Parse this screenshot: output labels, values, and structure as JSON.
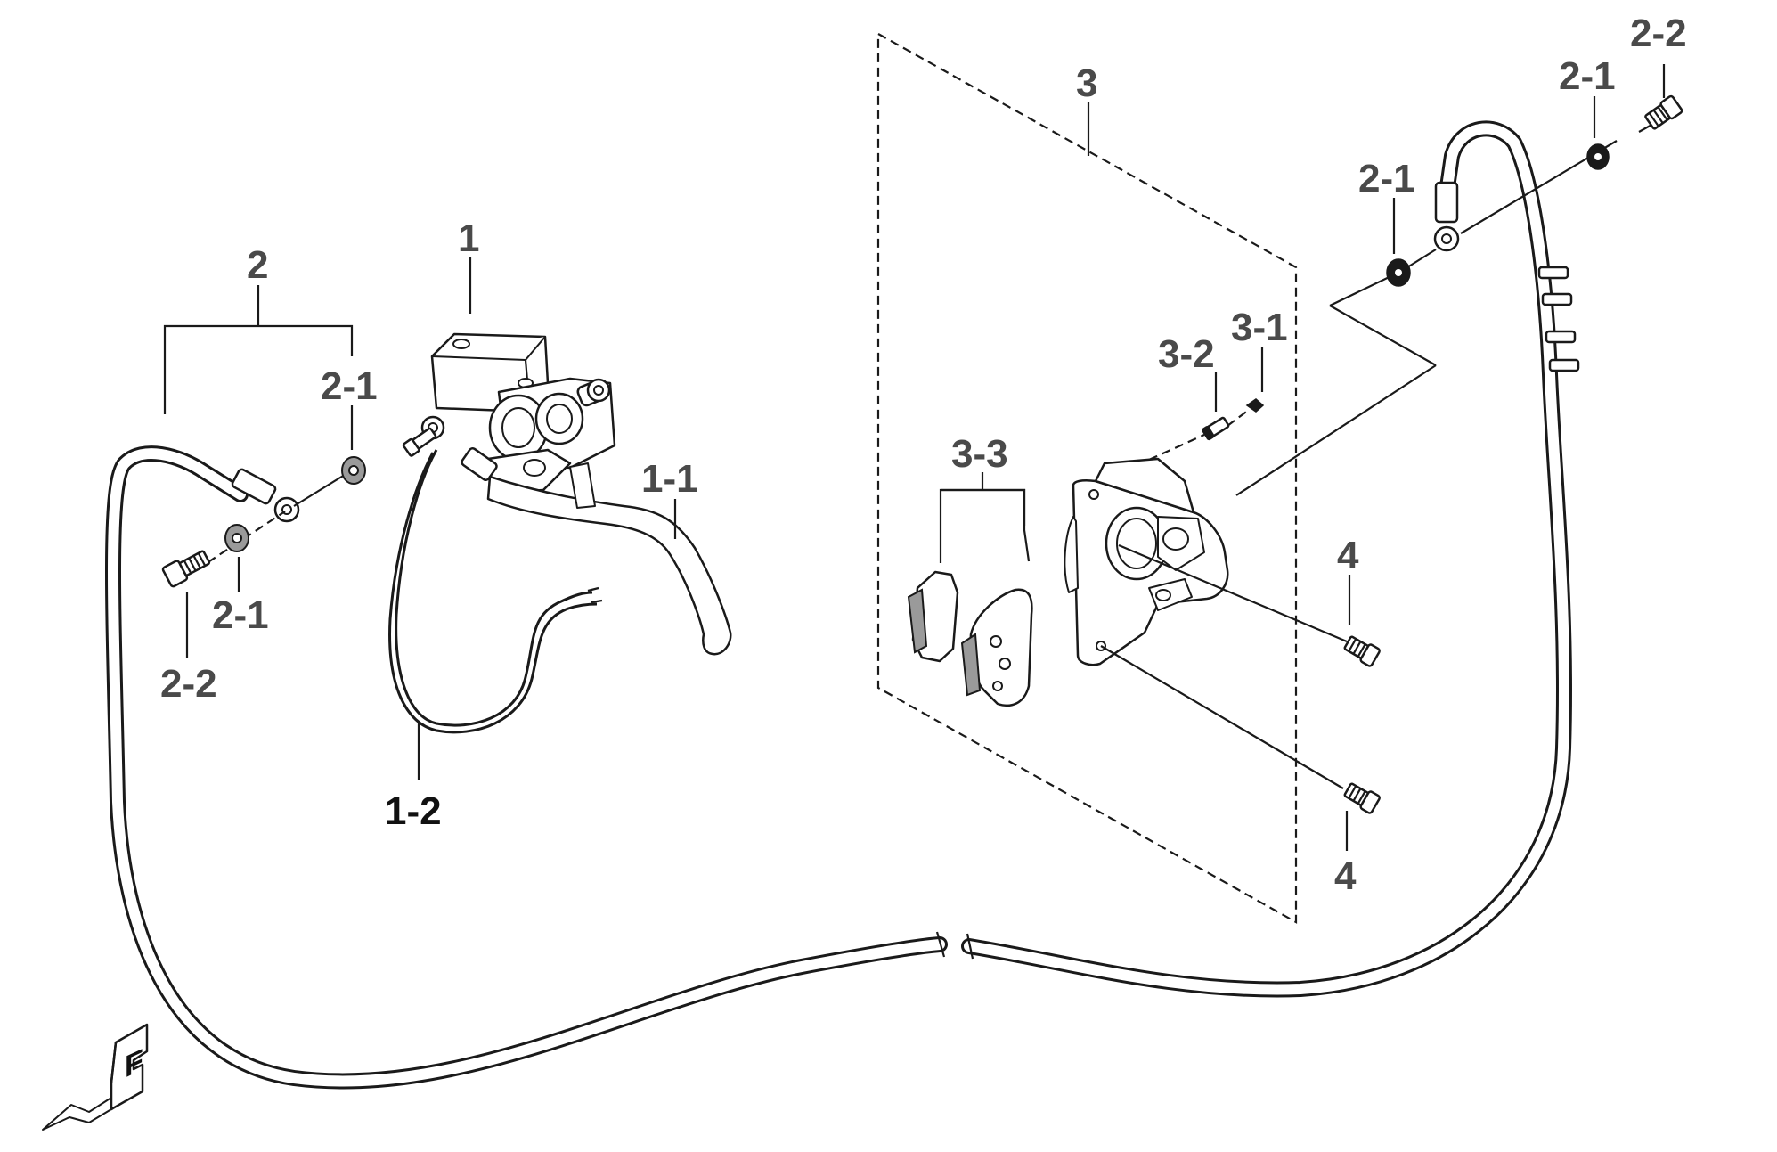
{
  "labels": {
    "p1": "1",
    "p1_1": "1-1",
    "p1_2": "1-2",
    "p2": "2",
    "p2_1_left_top": "2-1",
    "p2_1_left_bottom": "2-1",
    "p2_2_left": "2-2",
    "p2_1_right_a": "2-1",
    "p2_1_right_b": "2-1",
    "p2_2_right": "2-2",
    "p3": "3",
    "p3_1": "3-1",
    "p3_2": "3-2",
    "p3_3": "3-3",
    "p4_top": "4",
    "p4_bottom": "4"
  },
  "front_marker": "F",
  "colors": {
    "line": "#1a1a1a",
    "label": "#4a4a4a",
    "background": "#ffffff"
  }
}
